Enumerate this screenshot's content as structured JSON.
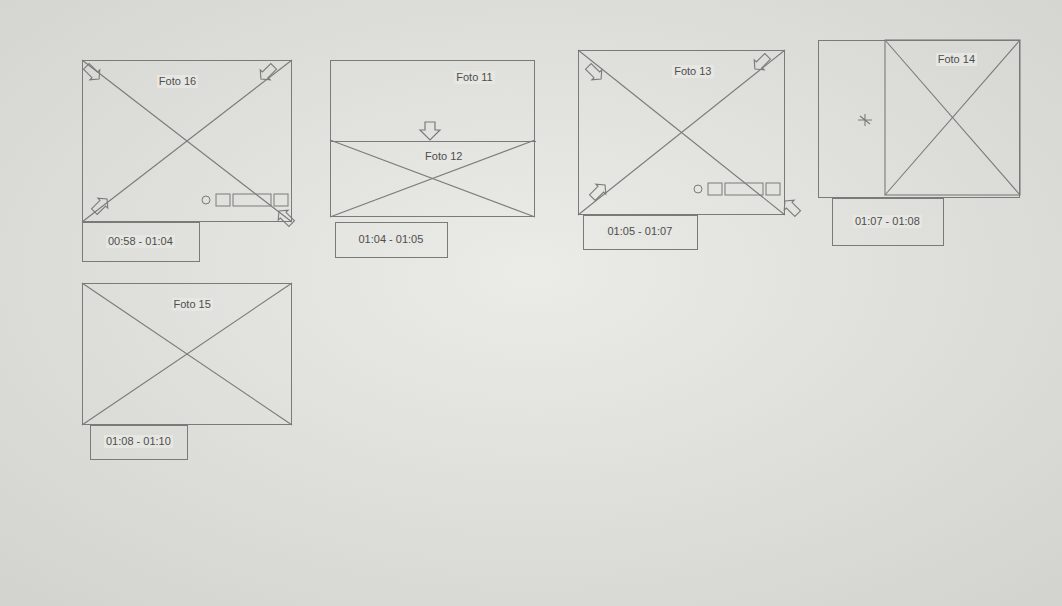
{
  "diagram": {
    "nodes": [
      {
        "text": [
          "Foto 16"
        ]
      },
      {
        "text": [
          "00:58 - 01:04"
        ]
      },
      {
        "text": [
          "Foto 11"
        ]
      },
      {
        "text": [
          "Foto 12"
        ],
        "in": 2
      },
      {
        "text": [
          "01:04 - 01:05"
        ]
      },
      {
        "text": [
          "Foto 13"
        ]
      },
      {
        "text": [
          "01:05 - 01:07"
        ]
      },
      {
        "text": [
          "Foto 14"
        ]
      },
      {
        "text": [
          "01:07 - 01:08"
        ]
      },
      {
        "text": [
          "Foto 15"
        ]
      },
      {
        "text": [
          "01:08 - 01:10"
        ]
      }
    ]
  }
}
